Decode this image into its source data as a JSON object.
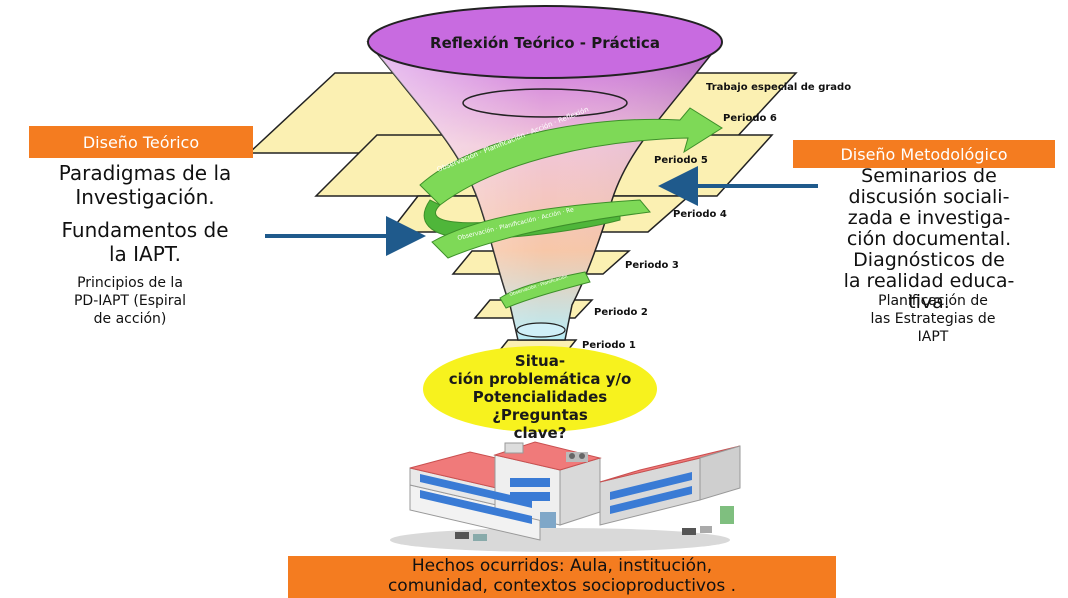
{
  "top_label": "Reflexión Teórico - Práctica",
  "periods": {
    "p6_title": "Trabajo especial de grado",
    "p6": "Periodo 6",
    "p5": "Periodo 5",
    "p4": "Periodo 4",
    "p3": "Periodo 3",
    "p2": "Periodo 2",
    "p1": "Periodo 1"
  },
  "spiral": {
    "upper": "Observación · Planificación · Acción · Reflexión",
    "middle": "Observación · Planificación · Acción · Re",
    "lower": "Observación · Planificación"
  },
  "left": {
    "header": "Diseño Teórico",
    "line1": "Paradigmas de la",
    "line2": "Investigación.",
    "line3": "Fundamentos de",
    "line4": "la IAPT.",
    "small1": "Principios de la",
    "small2": "PD-IAPT (Espiral",
    "small3": "de acción)"
  },
  "right": {
    "header": "Diseño Metodológico",
    "line1": "Seminarios de",
    "line2": "discusión sociali-",
    "line3": "zada e investiga-",
    "line4": "ción documental.",
    "line5": "Diagnósticos de",
    "line6": "la realidad educa-",
    "line7": "tiva.",
    "small1": "Planificación de",
    "small2": "las Estrategias de",
    "small3": "IAPT"
  },
  "center_ellipse": {
    "line1": "Situa-",
    "line2": "ción problemática y/o",
    "line3": "Potencialidades ¿Preguntas",
    "line4": "clave?"
  },
  "bottom": {
    "line1": "Hechos ocurridos: Aula, institución,",
    "line2": "comunidad, contextos socioproductivos ."
  },
  "colors": {
    "orange": "#f47c20",
    "funnel_purple": "#c86be0",
    "plane_yellow": "#fbf0b2",
    "spiral_green": "#7ed957",
    "ellipse_yellow": "#f7f21e",
    "arrow_blue": "#1f5a8c"
  }
}
